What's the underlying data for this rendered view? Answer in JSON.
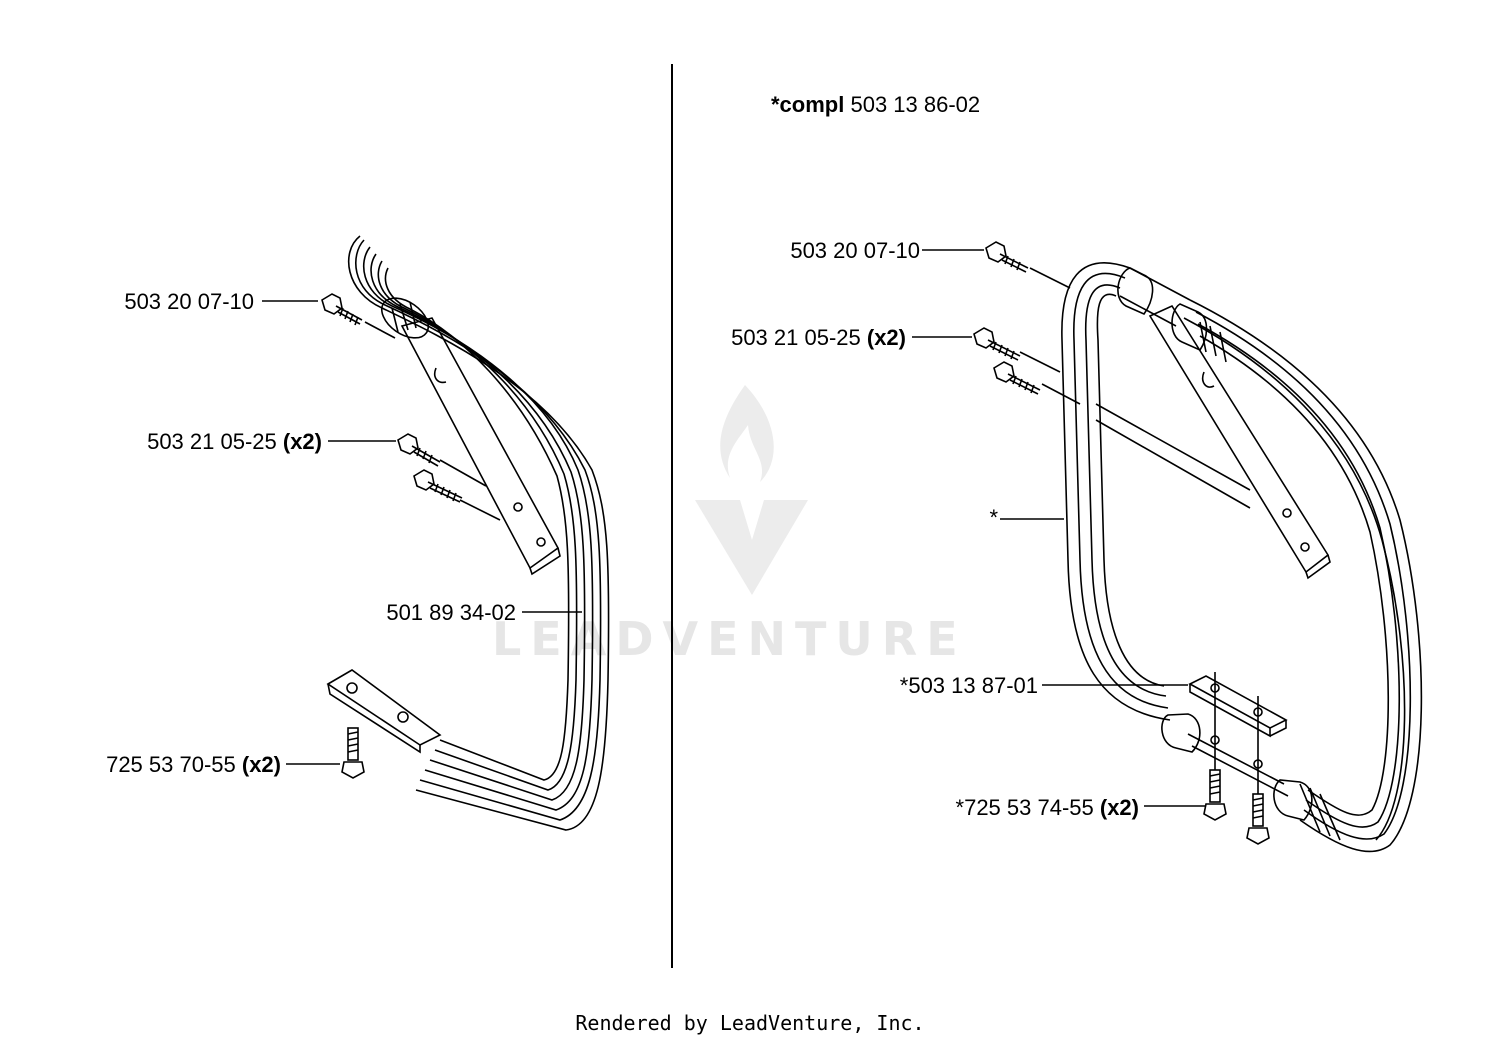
{
  "watermark": {
    "text": "LEADVENTURE",
    "color": "#e4e4e4"
  },
  "left": {
    "bolt_top": {
      "part": "503 20 07-10",
      "qty": ""
    },
    "bolts_mid": {
      "part": "503 21 05-25",
      "qty": "(x2)"
    },
    "handle": {
      "part": "501 89 34-02",
      "qty": ""
    },
    "bolt_bottom": {
      "part": "725 53 70-55",
      "qty": "(x2)"
    }
  },
  "right": {
    "kit": {
      "prefix": "*compl",
      "part": "503 13 86-02"
    },
    "bolt_top": {
      "part": "503 20 07-10",
      "qty": ""
    },
    "bolts_mid": {
      "part": "503 21 05-25",
      "qty": "(x2)"
    },
    "handle": {
      "part": "*",
      "qty": ""
    },
    "plate": {
      "part": "*503 13 87-01",
      "qty": ""
    },
    "bolt_bottom": {
      "part": "*725 53 74-55",
      "qty": "(x2)"
    }
  },
  "footer": "Rendered by LeadVenture, Inc.",
  "colors": {
    "line": "#000000",
    "background": "#ffffff"
  }
}
